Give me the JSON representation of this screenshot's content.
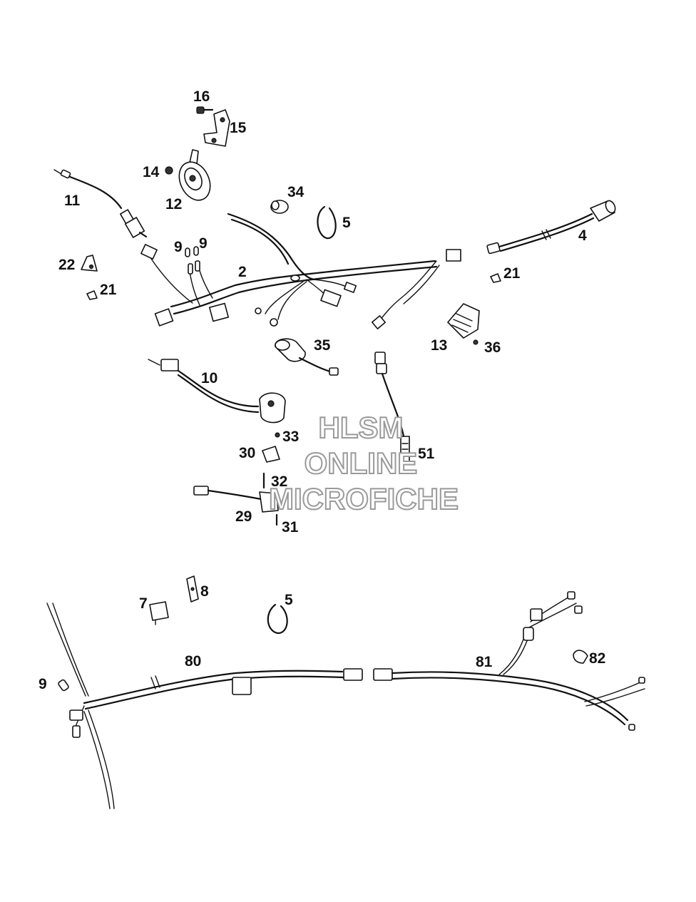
{
  "labels": {
    "p2": "2",
    "p4": "4",
    "p5a": "5",
    "p5b": "5",
    "p7": "7",
    "p8": "8",
    "p9a": "9",
    "p9b": "9",
    "p9c": "9",
    "p10": "10",
    "p11": "11",
    "p12": "12",
    "p13": "13",
    "p14": "14",
    "p15": "15",
    "p16": "16",
    "p21a": "21",
    "p21b": "21",
    "p22": "22",
    "p29": "29",
    "p30": "30",
    "p31": "31",
    "p32": "32",
    "p33": "33",
    "p34": "34",
    "p35": "35",
    "p36": "36",
    "p51": "51",
    "p80": "80",
    "p81": "81",
    "p82": "82"
  },
  "watermark": {
    "line1": "HLSM",
    "line2": "ONLINE",
    "line3": "MICROFICHE"
  }
}
